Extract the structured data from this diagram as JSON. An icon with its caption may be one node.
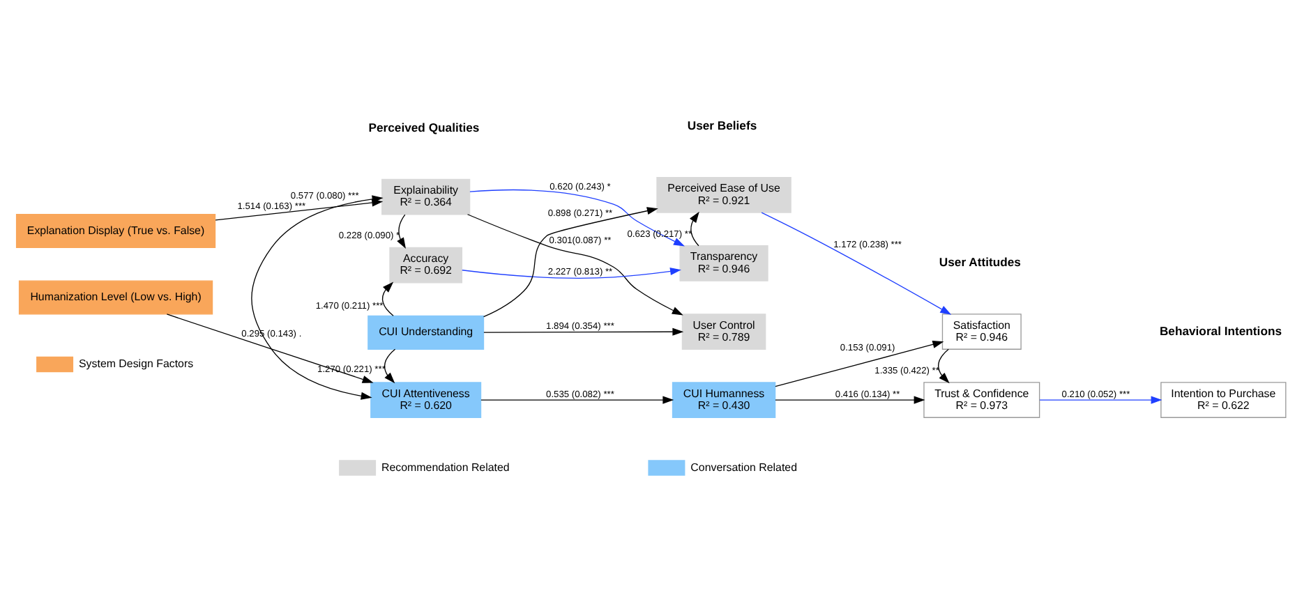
{
  "diagram": {
    "nodes": [
      {
        "text": [
          "Explanation Display (True vs. False)"
        ]
      },
      {
        "text": [
          "Humanization Level (Low vs. High)"
        ]
      },
      {
        "text": [
          "Explainability",
          "R² = 0.364"
        ]
      },
      {
        "text": [
          "Accuracy",
          "R² = 0.692"
        ]
      },
      {
        "text": [
          "CUI Understanding"
        ]
      },
      {
        "text": [
          "CUI Attentiveness",
          "R² = 0.620"
        ]
      },
      {
        "text": [
          "Perceived Ease of Use",
          "R² = 0.921"
        ]
      },
      {
        "text": [
          "Transparency",
          "R² = 0.946"
        ]
      },
      {
        "text": [
          "User Control",
          "R² = 0.789"
        ]
      },
      {
        "text": [
          "CUI Humanness",
          "R² = 0.430"
        ]
      },
      {
        "text": [
          "Satisfaction",
          "R² = 0.946"
        ]
      },
      {
        "text": [
          "Trust & Confidence",
          "R² = 0.973"
        ]
      },
      {
        "text": [
          "Intention to Purchase",
          "R² = 0.622"
        ]
      }
    ],
    "edges": [
      {
        "from": 0,
        "to": 2,
        "arrow": "to",
        "label": "1.514 (0.163) ***"
      },
      {
        "from": 2,
        "to": 5,
        "arrow": "both",
        "label": "0.577 (0.080) ***"
      },
      {
        "from": 1,
        "to": 5,
        "arrow": "to",
        "label": "0.295 (0.143) ."
      },
      {
        "from": 2,
        "to": 3,
        "arrow": "to",
        "label": "0.228 (0.090) *"
      },
      {
        "from": 4,
        "to": 3,
        "arrow": "to",
        "label": "1.470 (0.211) ***"
      },
      {
        "from": 4,
        "to": 5,
        "arrow": "to",
        "label": "1.270 (0.221) ***"
      },
      {
        "from": 2,
        "to": 7,
        "arrow": "to",
        "label": "0.620 (0.243) *",
        "color": "#1f3fff"
      },
      {
        "from": 4,
        "to": 6,
        "arrow": "to",
        "label": "0.898 (0.271) **"
      },
      {
        "from": 3,
        "to": 7,
        "arrow": "to",
        "label": "2.227 (0.813) **",
        "color": "#1f3fff"
      },
      {
        "from": 2,
        "to": 8,
        "arrow": "to",
        "label": "0.301(0.087) **"
      },
      {
        "from": 4,
        "to": 8,
        "arrow": "to",
        "label": "1.894 (0.354) ***"
      },
      {
        "from": 7,
        "to": 6,
        "arrow": "to",
        "label": "0.623 (0.217) **"
      },
      {
        "from": 5,
        "to": 9,
        "arrow": "to",
        "label": "0.535 (0.082) ***"
      },
      {
        "from": 6,
        "to": 10,
        "arrow": "to",
        "label": "1.172 (0.238) ***",
        "color": "#1f3fff"
      },
      {
        "from": 9,
        "to": 10,
        "arrow": "to",
        "label": "0.153 (0.091)"
      },
      {
        "from": 9,
        "to": 11,
        "arrow": "to",
        "label": "0.416 (0.134) **"
      },
      {
        "from": 10,
        "to": 11,
        "arrow": "to",
        "label": "1.335 (0.422) **"
      },
      {
        "from": 11,
        "to": 12,
        "arrow": "to",
        "label": "0.210 (0.052) ***",
        "color": "#1f3fff"
      }
    ],
    "labels": [
      "Perceived Qualities",
      "User Beliefs",
      "User Attitudes",
      "Behavioral Intentions"
    ],
    "legend": [
      {
        "text": "System Design Factors",
        "color": "#f9a65a"
      },
      {
        "text": "Recommendation Related",
        "color": "#d9d9d9"
      },
      {
        "text": "Conversation Related",
        "color": "#85c8fb"
      }
    ]
  }
}
